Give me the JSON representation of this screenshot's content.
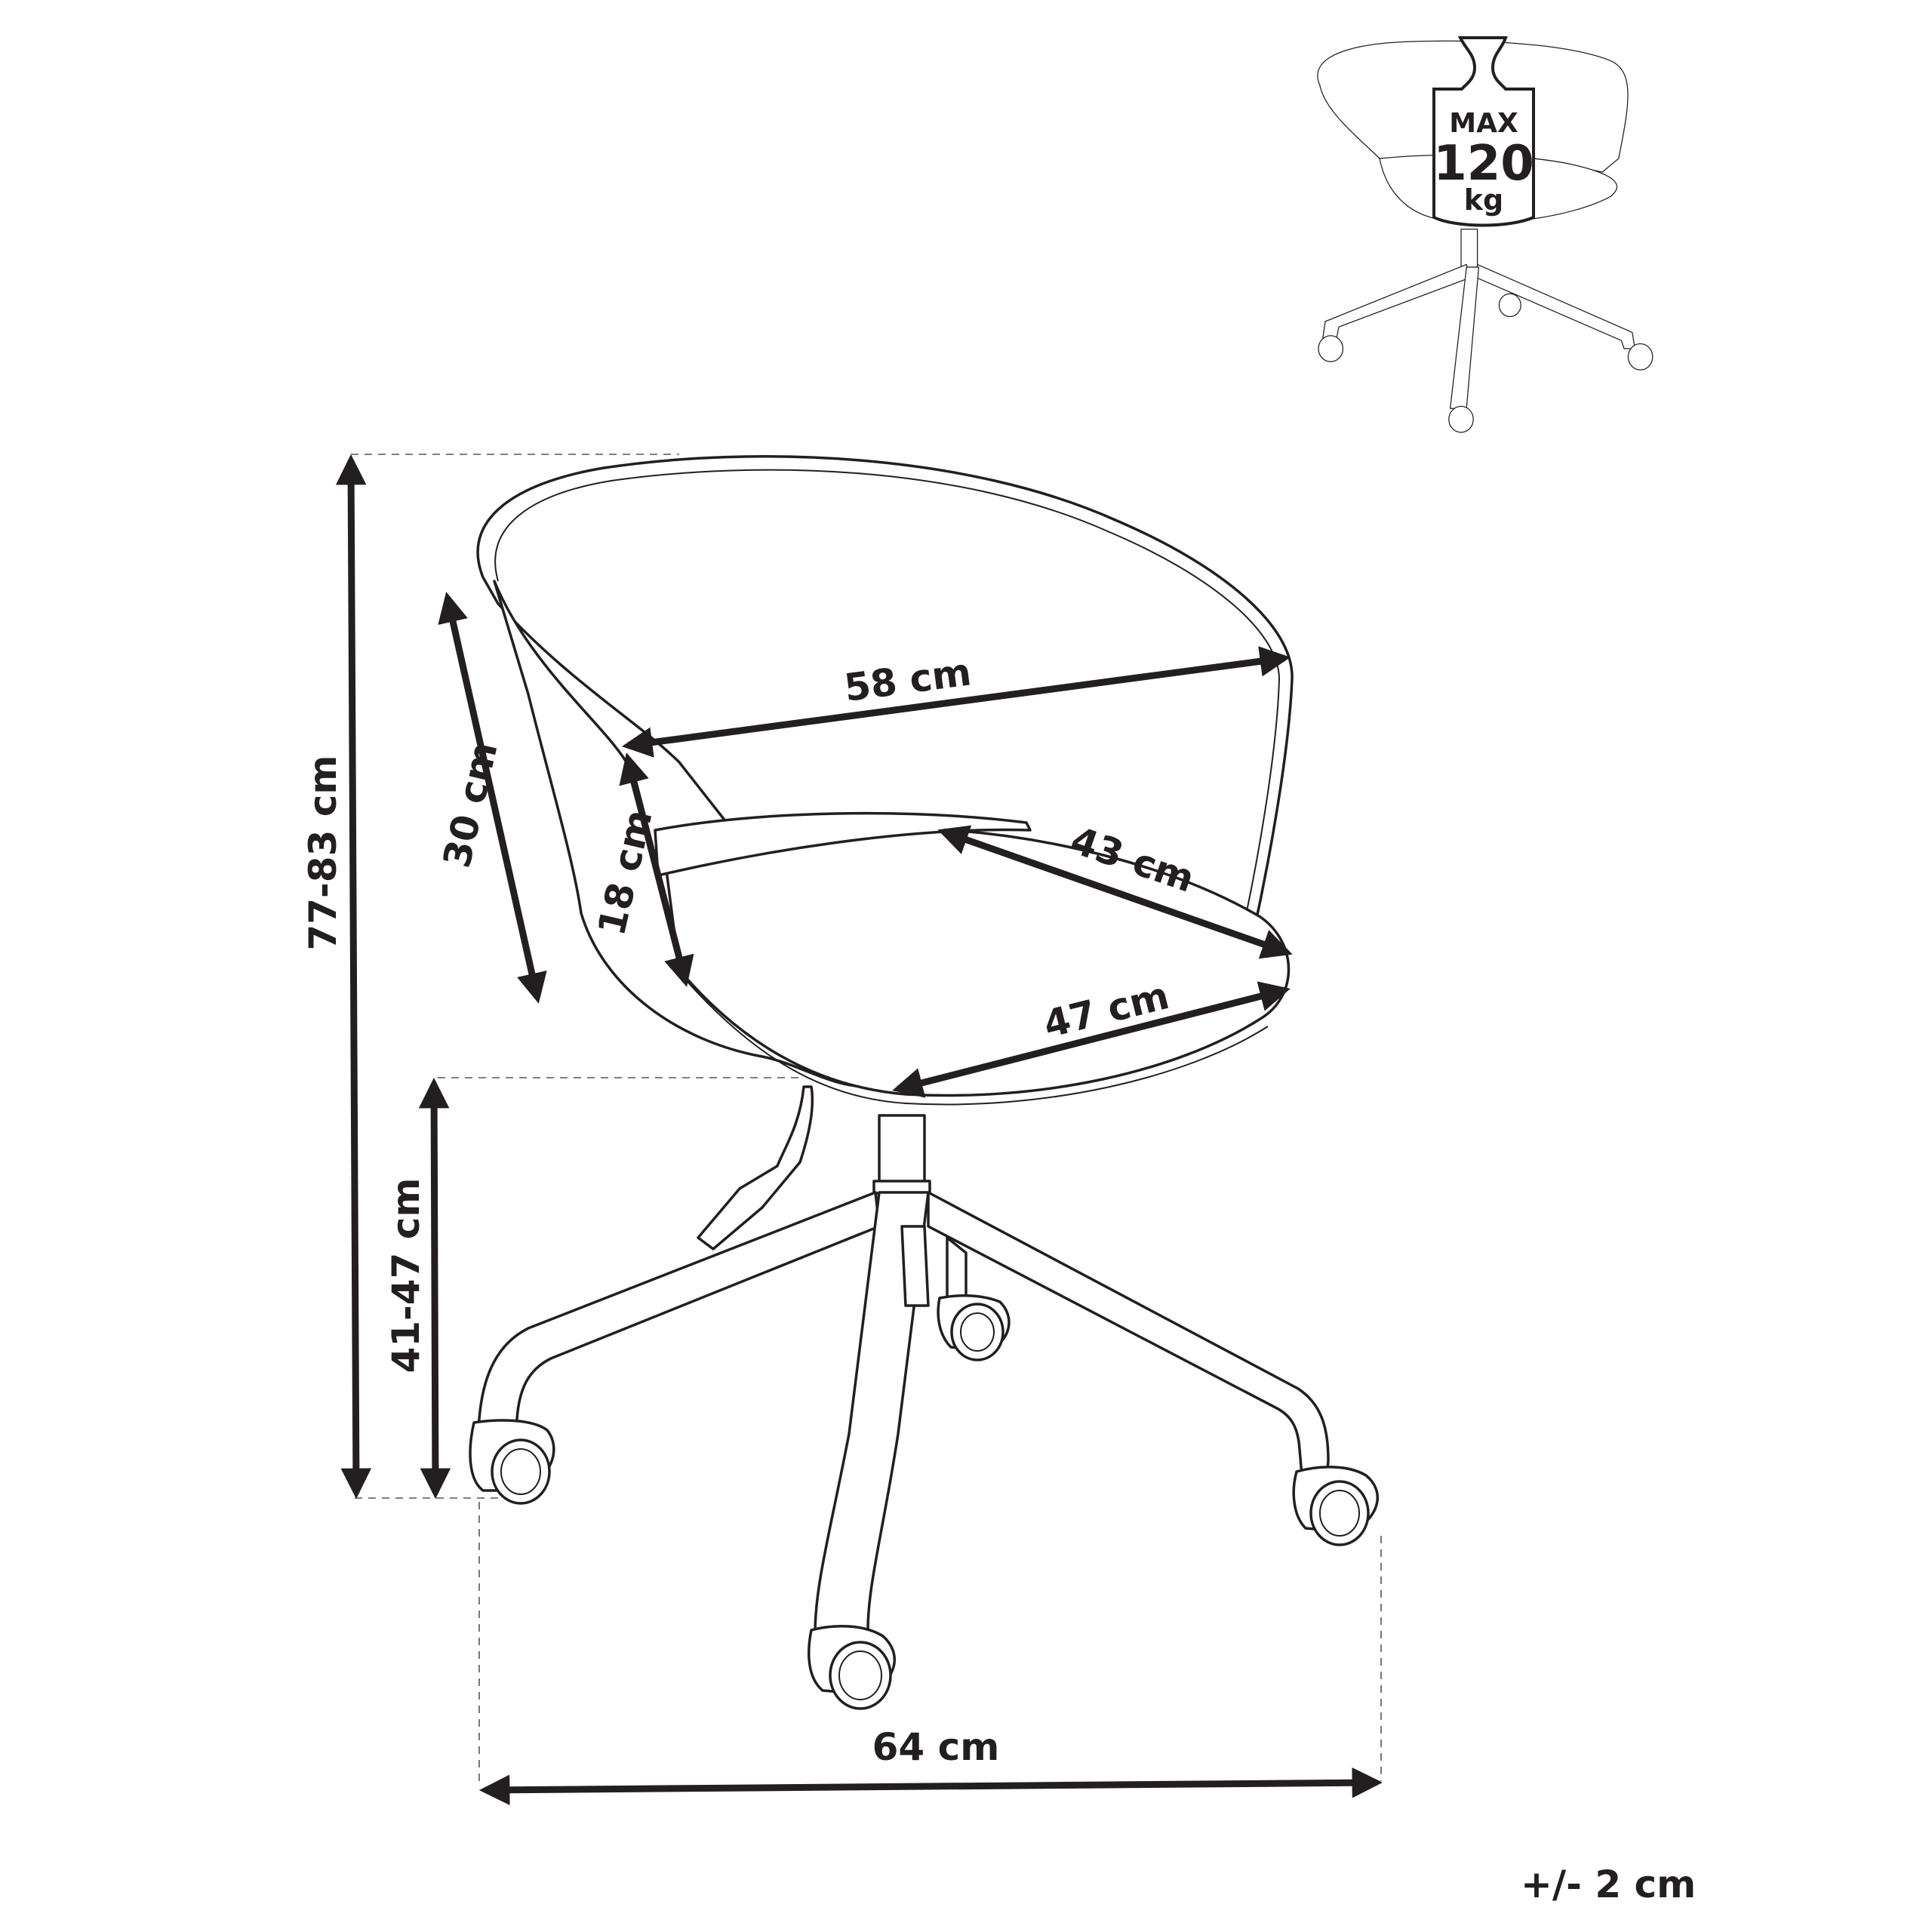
{
  "diagram": {
    "subject": "Office swivel chair with bucket shell seat and 4-star base on casters",
    "dimensions": {
      "total_height": "77-83 cm",
      "seat_height": "41-47 cm",
      "base_width": "64 cm",
      "backrest_width": "58 cm",
      "seat_depth": "43 cm",
      "seat_width": "47 cm",
      "backrest_height": "30 cm",
      "armrest_height": "18 cm"
    },
    "max_load": {
      "line1": "MAX",
      "line2": "120",
      "line3": "kg"
    },
    "tolerance": "+/- 2 cm"
  },
  "colors": {
    "ink": "#231f20",
    "background": "#ffffff"
  }
}
